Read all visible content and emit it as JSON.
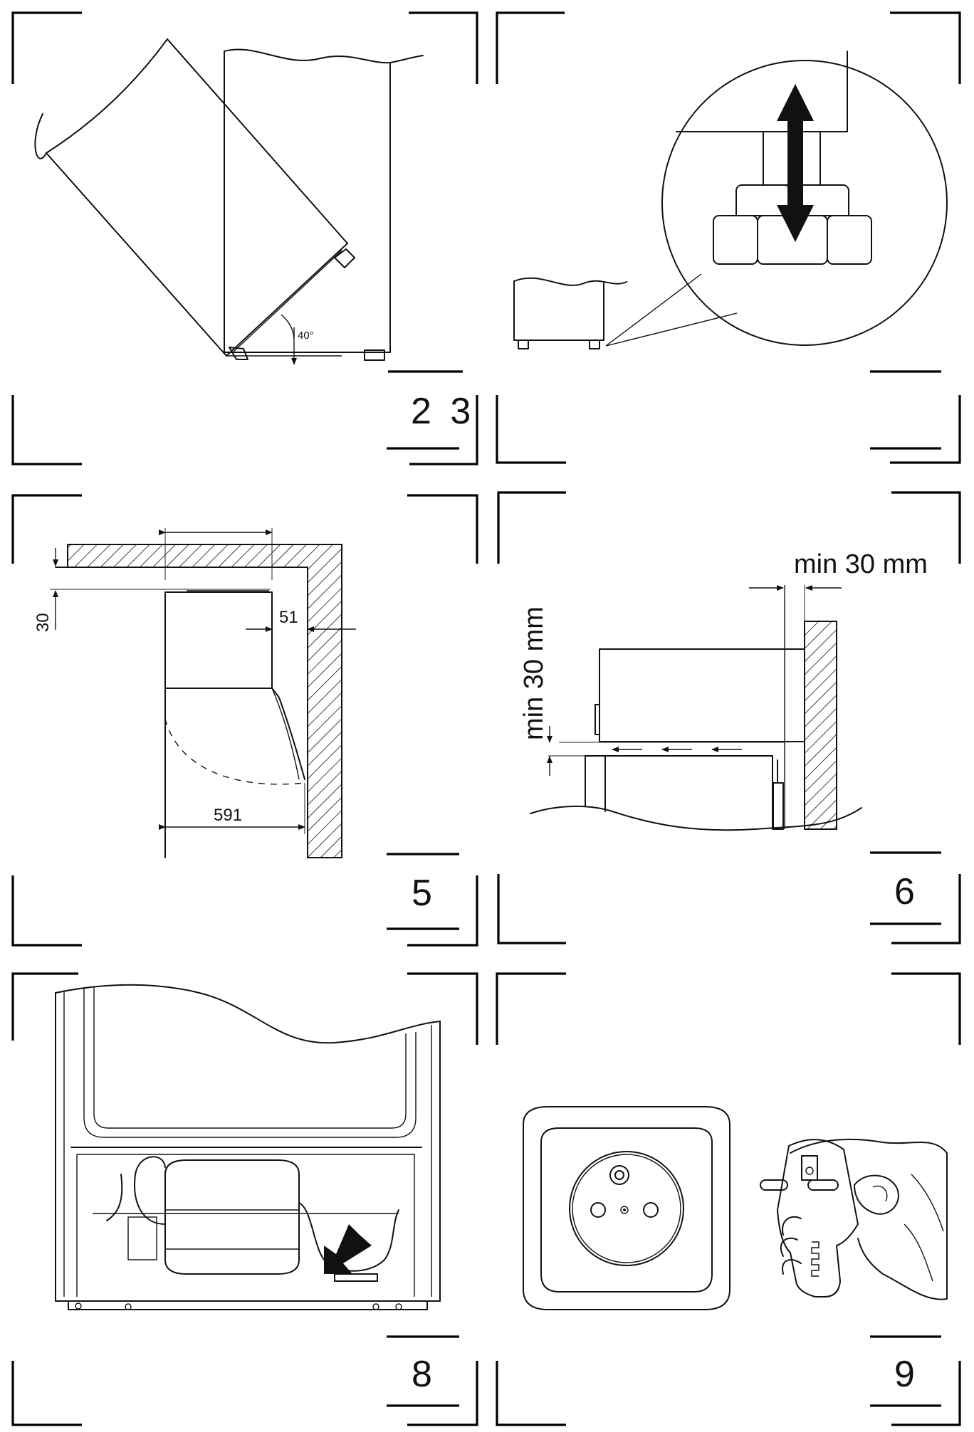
{
  "panels": [
    {
      "id": "panel-2-3",
      "number": "2 3",
      "angle_label": "40°"
    },
    {
      "id": "panel-adjustable-feet",
      "number": ""
    },
    {
      "id": "panel-5",
      "number": "5",
      "dim_top_clearance": "30",
      "dim_door_gap": "51",
      "dim_depth": "591"
    },
    {
      "id": "panel-6",
      "number": "6",
      "label_rear_gap": "min 30 mm",
      "label_bottom_gap": "min 30 mm"
    },
    {
      "id": "panel-8",
      "number": "8"
    },
    {
      "id": "panel-9",
      "number": "9"
    }
  ],
  "icons": [
    "double-arrow-icon",
    "arrow-icon",
    "socket-icon",
    "plug-icon",
    "hand-icon"
  ]
}
